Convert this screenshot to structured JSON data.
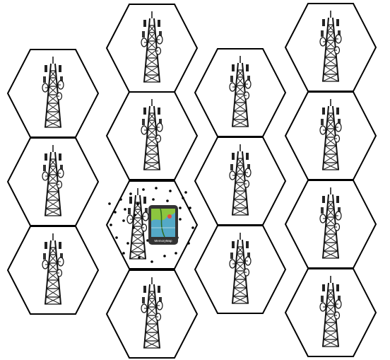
{
  "diagram": {
    "cells": [
      {
        "id": "cell-a1",
        "has_tower": true
      },
      {
        "id": "cell-a2",
        "has_tower": true
      },
      {
        "id": "cell-a3",
        "has_tower": true
      },
      {
        "id": "cell-b1",
        "has_tower": true
      },
      {
        "id": "cell-b2",
        "has_tower": true
      },
      {
        "id": "cell-b3",
        "has_tower": true
      },
      {
        "id": "cell-b4",
        "has_tower": true
      },
      {
        "id": "cell-c1",
        "has_tower": true
      },
      {
        "id": "cell-c2",
        "has_tower": true
      },
      {
        "id": "cell-c3",
        "has_tower": true
      },
      {
        "id": "cell-c4",
        "has_tower": true
      },
      {
        "id": "cell-d1",
        "has_tower": true
      },
      {
        "id": "cell-d2",
        "has_tower": true
      },
      {
        "id": "cell-d3",
        "has_tower": true
      }
    ],
    "active_cell": "cell-b2",
    "device": {
      "icon": "map-navigation-app-icon",
      "label": "MemoryMap"
    },
    "colors": {
      "cell_stroke": "#000000",
      "background": "#ffffff",
      "device_frame": "#333333",
      "device_screen_green": "#8cc63f",
      "device_screen_blue": "#4aa3df"
    }
  }
}
